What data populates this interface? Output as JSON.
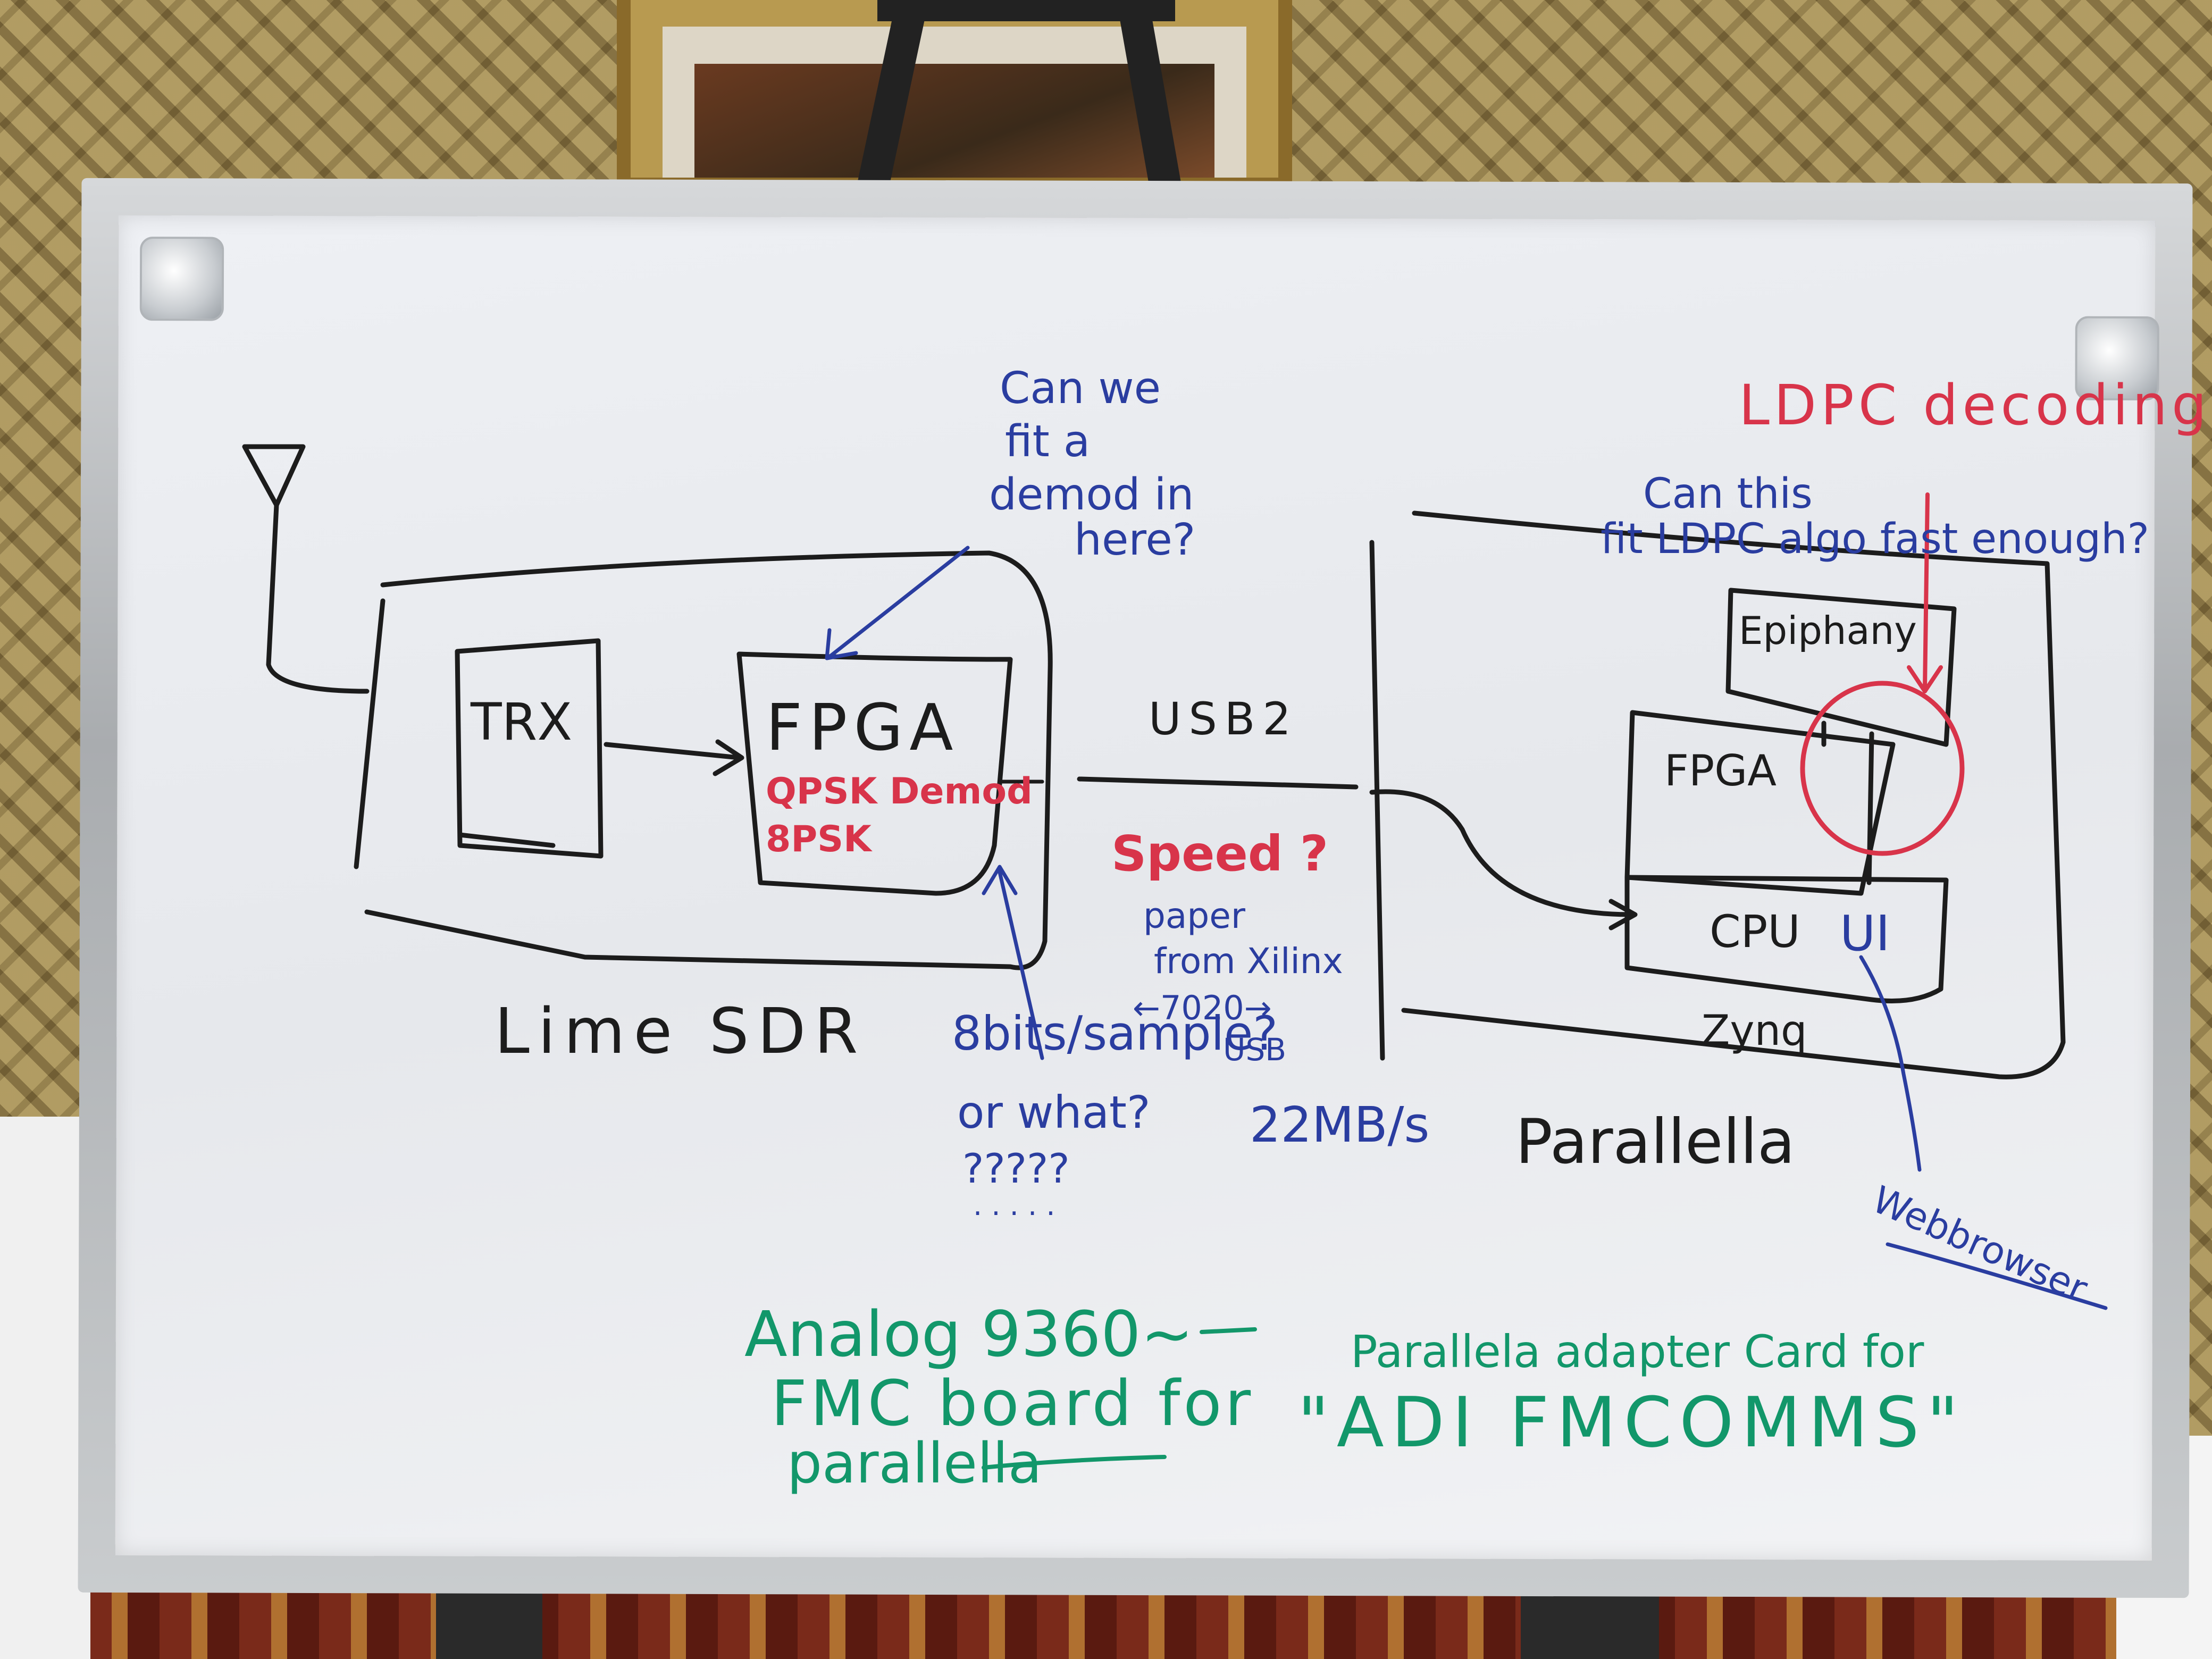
{
  "whiteboard": {
    "black_labels": {
      "trx": "TRX",
      "fpga_left": "FPGA",
      "usb2": "USB2",
      "fpga_right": "FPGA",
      "cpu": "CPU",
      "epiphany": "Epiphany",
      "zynq": "Zynq",
      "lime_sdr": "Lime SDR",
      "parallella": "Parallella"
    },
    "red_labels": {
      "demod_line1": "QPSK Demod",
      "demod_line2": "8PSK",
      "speed": "Speed ?",
      "ldpc_decoding": "LDPC decoding"
    },
    "blue_labels": {
      "q1_line1": "Can we",
      "q1_line2": "fit a",
      "q1_line3": "demod in",
      "q1_line4": "here?",
      "q2_line1": "Can this",
      "q2_line2": "fit LDPC algo fast enough?",
      "ui": "UI",
      "paper_line1": "paper",
      "paper_line2": "from Xilinx",
      "paper_line3": "←7020→",
      "paper_line4": "USB",
      "bits_line1": "8bits/sample?",
      "bits_line2": "or what?",
      "bits_line3": "?????",
      "bits_line4": ". . . . .",
      "rate": "22MB/s",
      "webbrowser": "Webbrowser"
    },
    "green_labels": {
      "line1": "Analog 9360~",
      "line2": "FMC board for",
      "line3": "parallella",
      "line4": "Parallela adapter Card for",
      "line5": "\"ADI FMCOMMS\""
    }
  },
  "colors": {
    "ink_black": "#1c1c1c",
    "ink_blue": "#2a3da0",
    "ink_red": "#d8344a",
    "ink_green": "#12976a"
  }
}
